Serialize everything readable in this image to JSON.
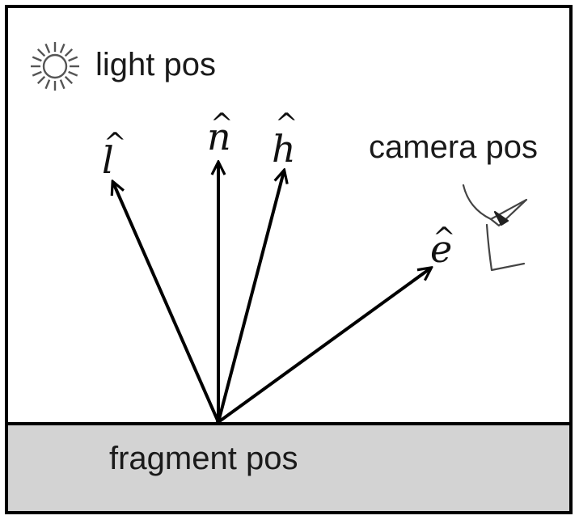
{
  "labels": {
    "light": "light pos",
    "camera": "camera pos",
    "fragment": "fragment pos"
  },
  "vectors": [
    {
      "id": "l",
      "letter": "l",
      "hat": "^"
    },
    {
      "id": "n",
      "letter": "n",
      "hat": "^"
    },
    {
      "id": "h",
      "letter": "h",
      "hat": "^"
    },
    {
      "id": "e",
      "letter": "e",
      "hat": "^"
    }
  ],
  "icons": {
    "light": "sun-icon",
    "camera": "eye-icon"
  },
  "colors": {
    "surface": "#d3d3d3",
    "border": "#000000",
    "arrow": "#000000",
    "background": "#ffffff"
  }
}
